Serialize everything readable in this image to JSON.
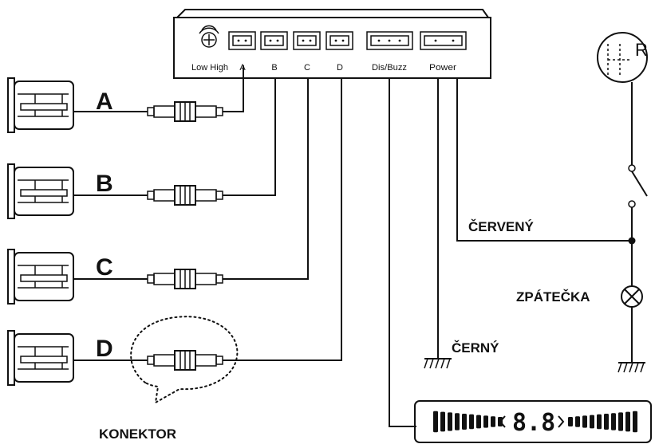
{
  "control_unit": {
    "ports": [
      {
        "label": "Low High"
      },
      {
        "label": "A"
      },
      {
        "label": "B"
      },
      {
        "label": "C"
      },
      {
        "label": "D"
      },
      {
        "label": "Dis/Buzz"
      },
      {
        "label": "Power"
      }
    ]
  },
  "sensors": [
    {
      "label": "A"
    },
    {
      "label": "B"
    },
    {
      "label": "C"
    },
    {
      "label": "D"
    }
  ],
  "labels": {
    "connector": "KONEKTOR",
    "red_wire": "ČERVENÝ",
    "black_wire": "ČERNÝ",
    "reverse_light": "ZPÁTEČKA",
    "gear": "R"
  },
  "display": {
    "digits": "8.8"
  },
  "icons": [
    "sensitivity-dial-icon",
    "gear-shift-icon",
    "ground-icon",
    "lamp-icon",
    "switch-icon"
  ]
}
